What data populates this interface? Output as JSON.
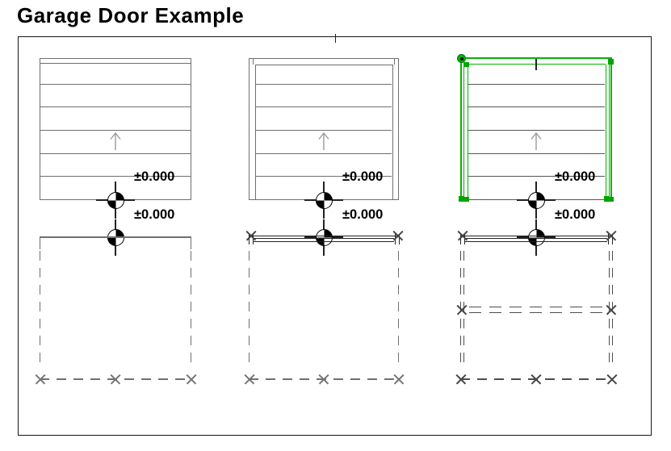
{
  "title": "Garage Door Example",
  "colors": {
    "line_gray": "#6f6f6f",
    "dark_line": "#4d4d4d",
    "selection_green": "#00b400",
    "grip_green": "#00a400",
    "text_black": "#000000"
  },
  "icons": {
    "datum": "level-datum-icon (half-shaded circle)",
    "arrow": "opening-direction-up-arrow",
    "x": "reference-cross-mark"
  },
  "doors": [
    {
      "name": "garage-door-plain",
      "selected": false,
      "label_top": "±0.000",
      "label_bottom": "±0.000"
    },
    {
      "name": "garage-door-framed",
      "selected": false,
      "label_top": "±0.000",
      "label_bottom": "±0.000"
    },
    {
      "name": "garage-door-selected",
      "selected": true,
      "label_top": "±0.000",
      "label_bottom": "±0.000"
    }
  ]
}
